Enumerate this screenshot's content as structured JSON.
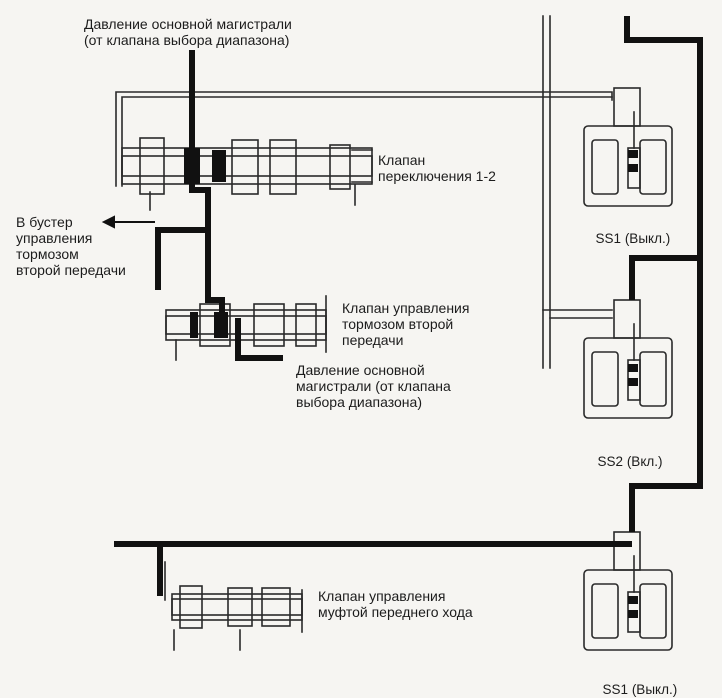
{
  "labels": {
    "top_source": "Давление основной магистрали\n(от клапана выбора диапазона)",
    "shift_valve_12": "Клапан\nпереключения 1-2",
    "booster": "В бустер\nуправления\nтормозом\nвторой передачи",
    "second_brake_valve": "Клапан управления\nтормозом второй\nпередачи",
    "mid_source": "Давление основной\nмагистрали (от клапана\nвыбора диапазона)",
    "forward_clutch_valve": "Клапан управления\nмуфтой переднего хода"
  },
  "solenoids": [
    {
      "name": "SS1",
      "state": "(Выкл.)"
    },
    {
      "name": "SS2",
      "state": "(Вкл.)"
    },
    {
      "name": "SS1",
      "state": "(Выкл.)"
    }
  ],
  "colors": {
    "line": "#1a1a1a",
    "background": "#f6f5f2"
  }
}
